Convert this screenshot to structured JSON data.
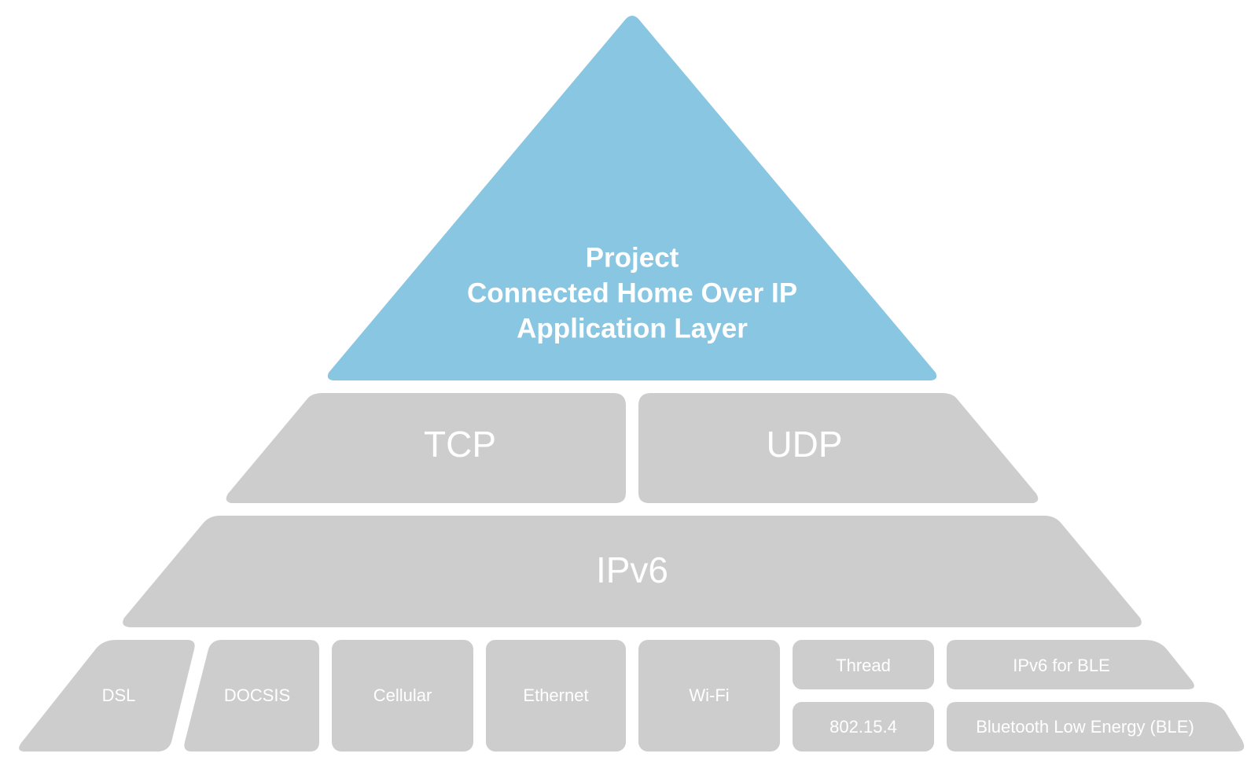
{
  "application_layer": {
    "line1": "Project",
    "line2": "Connected Home Over IP",
    "line3": "Application Layer"
  },
  "transport": {
    "tcp": "TCP",
    "udp": "UDP"
  },
  "network": {
    "ipv6": "IPv6"
  },
  "link_layers": {
    "dsl": "DSL",
    "docsis": "DOCSIS",
    "cellular": "Cellular",
    "ethernet": "Ethernet",
    "wifi": "Wi-Fi",
    "thread": "Thread",
    "ieee_802_15_4": "802.15.4",
    "ipv6_for_ble": "IPv6 for BLE",
    "ble": "Bluetooth Low Energy (BLE)"
  },
  "colors": {
    "application_layer": "#89c6e2",
    "lower_layers": "#cdcdcd",
    "text": "#ffffff"
  }
}
